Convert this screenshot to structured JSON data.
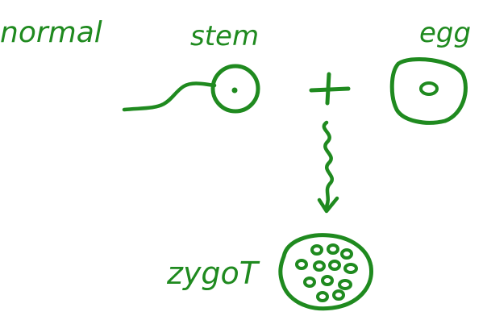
{
  "labels": {
    "normal": "normal",
    "sperm": "stem",
    "egg": "egg",
    "zygote": "zygoT"
  },
  "colors": {
    "ink": "#1f8a1f",
    "background": "#ffffff"
  }
}
